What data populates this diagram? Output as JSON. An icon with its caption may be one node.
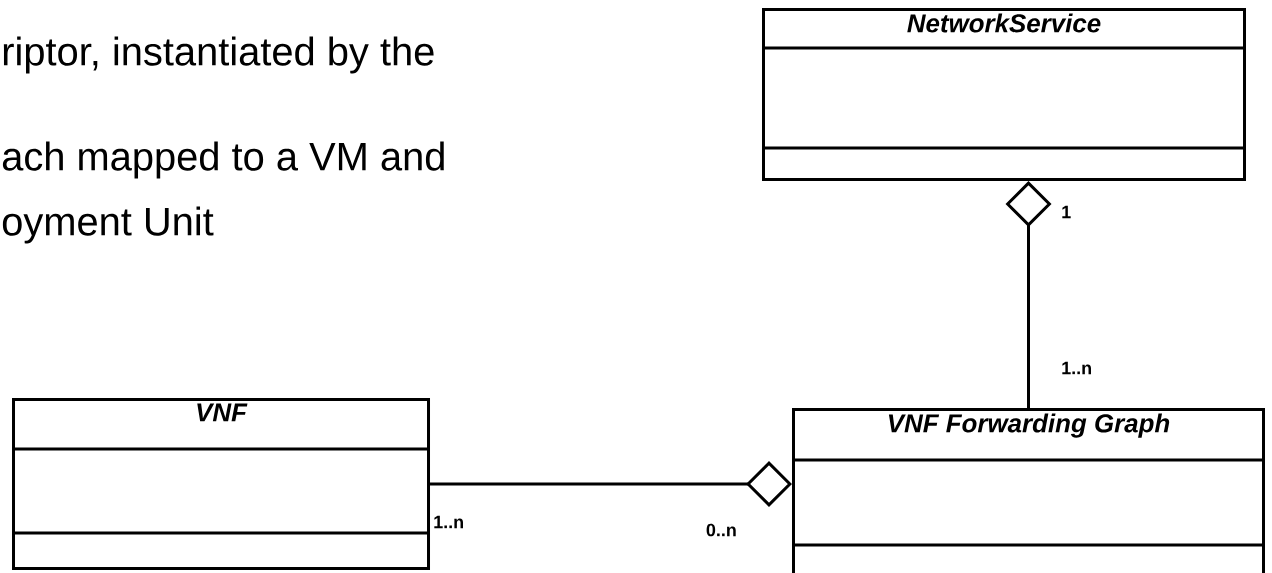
{
  "diagram": {
    "nodes": [
      {
        "text": [
          "NetworkService"
        ]
      },
      {
        "text": [
          "VNF"
        ]
      },
      {
        "text": [
          "VNF Forwarding Graph"
        ]
      }
    ],
    "edges": [
      {
        "from": 2,
        "to": 0,
        "arrow": "other"
      },
      {
        "from": 1,
        "to": 2,
        "arrow": "other"
      }
    ],
    "labels": [
      "riptor, instantiated by the",
      "ach mapped to a VM and",
      "oyment Unit",
      "1",
      "1..n",
      "1..n",
      "0..n"
    ]
  }
}
